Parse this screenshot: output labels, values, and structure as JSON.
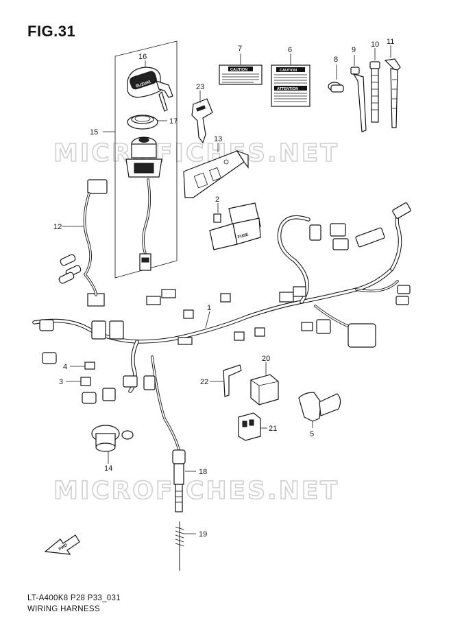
{
  "figure": {
    "title": "FIG.31",
    "footer_code": "LT-A400K8 P28 P33_031",
    "footer_name": "WIRING HARNESS"
  },
  "watermark": "MICROFICHES.NET",
  "labels": {
    "caution_7": "CAUTION",
    "caution_6": "CAUTION",
    "attention_6": "ATTENTION",
    "fuse": "FUSE",
    "fwd": "FWD",
    "key_brand": "SUZUKI"
  },
  "callouts": [
    {
      "id": "c1",
      "text": "1"
    },
    {
      "id": "c2",
      "text": "2"
    },
    {
      "id": "c3",
      "text": "3"
    },
    {
      "id": "c4",
      "text": "4"
    },
    {
      "id": "c5",
      "text": "5"
    },
    {
      "id": "c6",
      "text": "6"
    },
    {
      "id": "c7",
      "text": "7"
    },
    {
      "id": "c8",
      "text": "8"
    },
    {
      "id": "c9",
      "text": "9"
    },
    {
      "id": "c10",
      "text": "10"
    },
    {
      "id": "c11",
      "text": "11"
    },
    {
      "id": "c12",
      "text": "12"
    },
    {
      "id": "c13",
      "text": "13"
    },
    {
      "id": "c14",
      "text": "14"
    },
    {
      "id": "c15",
      "text": "15"
    },
    {
      "id": "c16",
      "text": "16"
    },
    {
      "id": "c17",
      "text": "17"
    },
    {
      "id": "c18",
      "text": "18"
    },
    {
      "id": "c19",
      "text": "19"
    },
    {
      "id": "c20",
      "text": "20"
    },
    {
      "id": "c21",
      "text": "21"
    },
    {
      "id": "c22",
      "text": "22"
    },
    {
      "id": "c23",
      "text": "23"
    }
  ]
}
